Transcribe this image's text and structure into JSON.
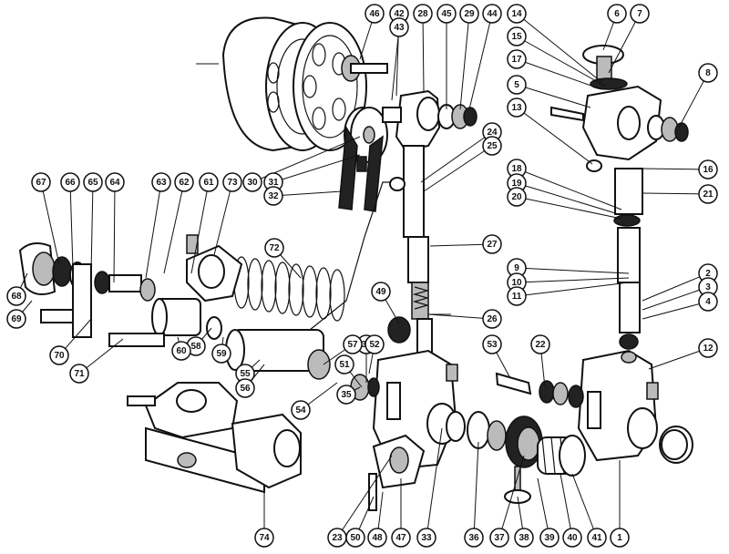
{
  "callouts": [
    "1",
    "2",
    "3",
    "4",
    "5",
    "6",
    "7",
    "8",
    "9",
    "10",
    "11",
    "12",
    "13",
    "14",
    "15",
    "16",
    "17",
    "18",
    "19",
    "20",
    "21",
    "22",
    "23",
    "24",
    "25",
    "26",
    "27",
    "28",
    "29",
    "30",
    "31",
    "32",
    "33",
    "34",
    "35",
    "36",
    "37",
    "38",
    "39",
    "40",
    "41",
    "42",
    "43",
    "44",
    "45",
    "46",
    "47",
    "48",
    "49",
    "50",
    "51",
    "52",
    "53",
    "54",
    "55",
    "56",
    "57",
    "58",
    "59",
    "60",
    "61",
    "62",
    "63",
    "64",
    "65",
    "66",
    "67",
    "68",
    "69",
    "70",
    "71",
    "72",
    "73",
    "74"
  ]
}
